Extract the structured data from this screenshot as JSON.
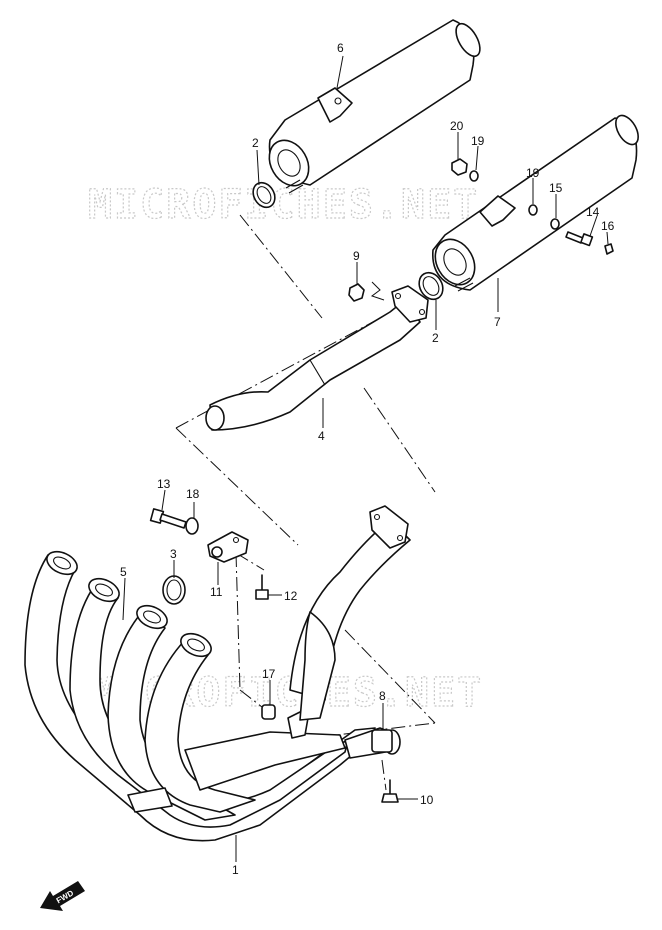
{
  "watermark": "MICROFICHES.NET",
  "direction_label": "FWD",
  "callouts": {
    "p1": "1",
    "p2a": "2",
    "p2b": "2",
    "p3": "3",
    "p4": "4",
    "p5": "5",
    "p6": "6",
    "p7": "7",
    "p8": "8",
    "p9": "9",
    "p10": "10",
    "p11": "11",
    "p12": "12",
    "p13": "13",
    "p14": "14",
    "p15": "15",
    "p16": "16",
    "p17": "17",
    "p18": "18",
    "p19a": "19",
    "p19b": "19",
    "p20": "20"
  }
}
